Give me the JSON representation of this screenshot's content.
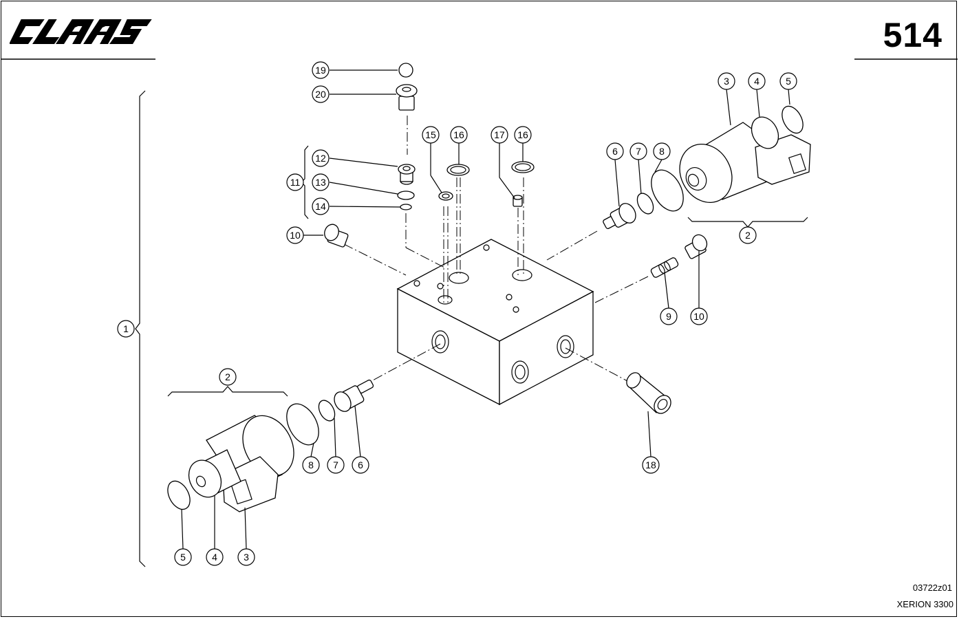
{
  "header": {
    "brand": "CLAAS",
    "page_number": "514"
  },
  "footer": {
    "drawing_code": "03722z01",
    "model": "XERION 3300"
  },
  "callouts": [
    {
      "id": "c1",
      "label": "1"
    },
    {
      "id": "c2a",
      "label": "2"
    },
    {
      "id": "c2b",
      "label": "2"
    },
    {
      "id": "c3a",
      "label": "3"
    },
    {
      "id": "c3b",
      "label": "3"
    },
    {
      "id": "c4a",
      "label": "4"
    },
    {
      "id": "c4b",
      "label": "4"
    },
    {
      "id": "c5a",
      "label": "5"
    },
    {
      "id": "c5b",
      "label": "5"
    },
    {
      "id": "c6a",
      "label": "6"
    },
    {
      "id": "c6b",
      "label": "6"
    },
    {
      "id": "c7a",
      "label": "7"
    },
    {
      "id": "c7b",
      "label": "7"
    },
    {
      "id": "c8a",
      "label": "8"
    },
    {
      "id": "c8b",
      "label": "8"
    },
    {
      "id": "c9",
      "label": "9"
    },
    {
      "id": "c10a",
      "label": "10"
    },
    {
      "id": "c10b",
      "label": "10"
    },
    {
      "id": "c11",
      "label": "11"
    },
    {
      "id": "c12",
      "label": "12"
    },
    {
      "id": "c13",
      "label": "13"
    },
    {
      "id": "c14",
      "label": "14"
    },
    {
      "id": "c15",
      "label": "15"
    },
    {
      "id": "c16a",
      "label": "16"
    },
    {
      "id": "c16b",
      "label": "16"
    },
    {
      "id": "c17",
      "label": "17"
    },
    {
      "id": "c18",
      "label": "18"
    },
    {
      "id": "c19",
      "label": "19"
    },
    {
      "id": "c20",
      "label": "20"
    }
  ]
}
